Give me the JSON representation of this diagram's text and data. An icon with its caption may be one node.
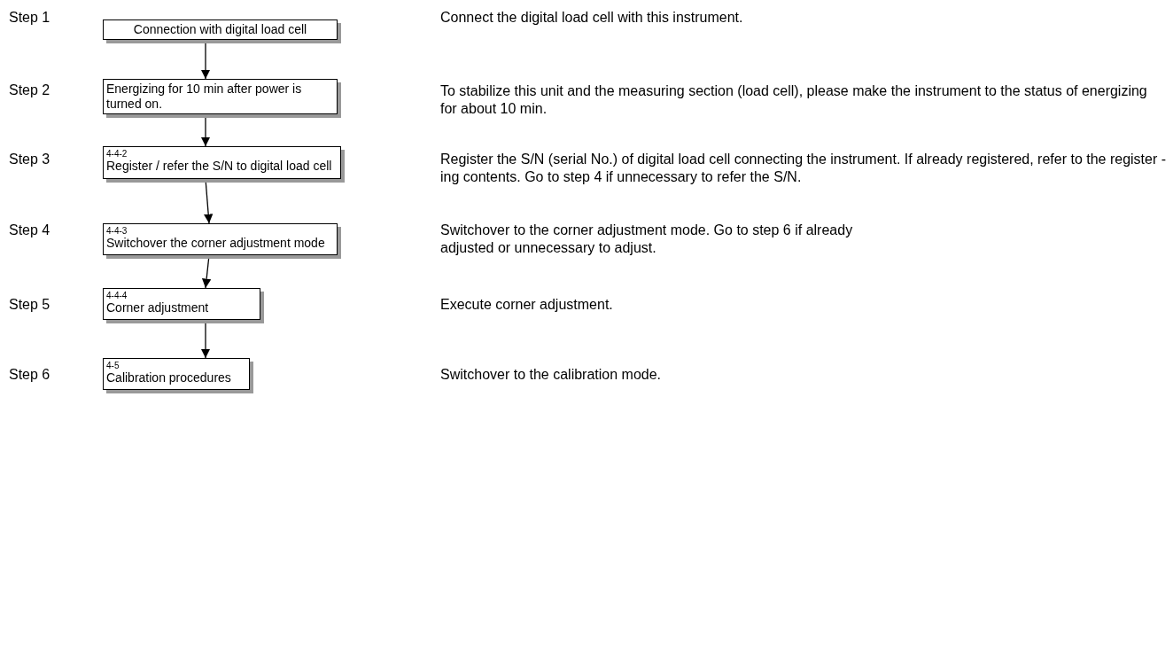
{
  "diagram": {
    "nodes": [
      {
        "text": [
          "Connection with digital load cell"
        ],
        "beside": [
          "Step 1"
        ]
      },
      {
        "text": [
          "Energizing for 10 min after power is turned on."
        ],
        "beside": [
          "Step 2"
        ]
      },
      {
        "text": [
          "4-4-2",
          "Register / refer the S/N to digital load cell"
        ],
        "beside": [
          "Step 3"
        ]
      },
      {
        "text": [
          "4-4-3",
          "Switchover the corner adjustment mode"
        ],
        "beside": [
          "Step 4"
        ]
      },
      {
        "text": [
          "4-4-4",
          "Corner adjustment"
        ],
        "beside": [
          "Step 5"
        ]
      },
      {
        "text": [
          "4-5",
          "Calibration procedures"
        ],
        "beside": [
          "Step 6"
        ]
      }
    ],
    "edges": [
      {
        "from": 0,
        "to": 1,
        "arrow": "to"
      },
      {
        "from": 1,
        "to": 2,
        "arrow": "to"
      },
      {
        "from": 2,
        "to": 3,
        "arrow": "to"
      },
      {
        "from": 3,
        "to": 4,
        "arrow": "to"
      },
      {
        "from": 4,
        "to": 5,
        "arrow": "to"
      }
    ],
    "labels": [
      "Connect the digital load cell with this instrument.",
      "To stabilize this unit and the measuring section (load cell), please make the instrument to the status of energizing for about 10 min.",
      "Register the S/N (serial No.) of digital load cell connecting the instrument. If already registered, refer to the register -ing contents. Go to step 4 if unnecessary to refer the S/N.",
      "Switchover to the corner adjustment mode. Go to step 6 if already adjusted or unnecessary to adjust.",
      "Execute corner adjustment.",
      "Switchover to the calibration mode."
    ]
  }
}
